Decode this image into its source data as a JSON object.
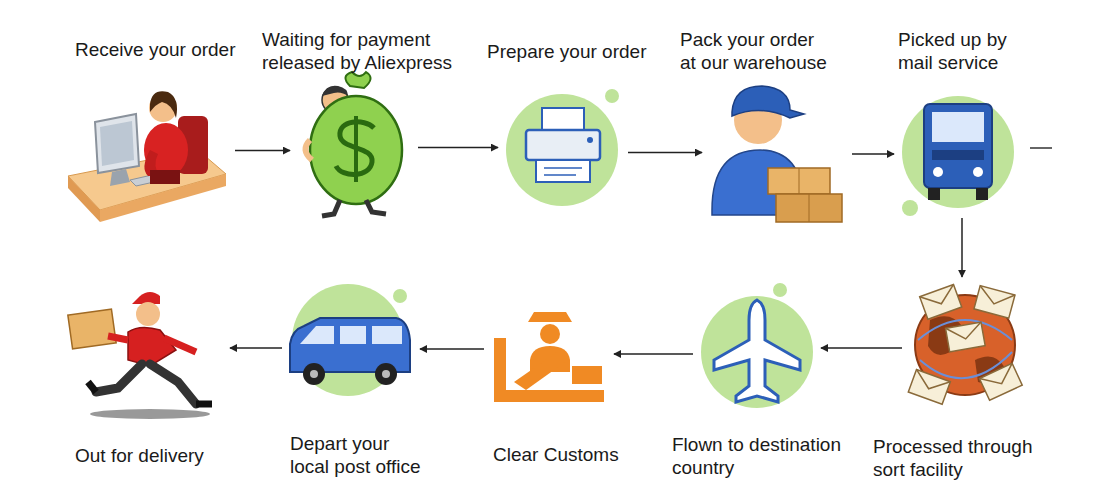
{
  "diagram": {
    "nodes": [
      {
        "text": [
          "Receive your order"
        ]
      },
      {
        "text": [
          "Waiting for payment released by Aliexpress"
        ]
      },
      {
        "text": [
          "Prepare your order"
        ]
      },
      {
        "text": [
          "Pack your order at our warehouse"
        ]
      },
      {
        "text": [
          "Picked up by mail service"
        ]
      },
      {
        "text": [
          "Processed through sort facility"
        ]
      },
      {
        "text": [
          "Flown to destination country"
        ]
      },
      {
        "text": [
          "Clear Customs"
        ]
      },
      {
        "text": [
          "Depart your local post office"
        ]
      },
      {
        "text": [
          "Out for delivery"
        ]
      }
    ],
    "edges": [
      {
        "from": 0,
        "to": 1,
        "arrow": "to"
      },
      {
        "from": 1,
        "to": 2,
        "arrow": "to"
      },
      {
        "from": 2,
        "to": 3,
        "arrow": "to"
      },
      {
        "from": 3,
        "to": 4,
        "arrow": "to"
      },
      {
        "from": 4,
        "to": 5,
        "arrow": "to"
      },
      {
        "from": 5,
        "to": 6,
        "arrow": "to"
      },
      {
        "from": 6,
        "to": 7,
        "arrow": "to"
      },
      {
        "from": 7,
        "to": 8,
        "arrow": "to"
      },
      {
        "from": 8,
        "to": 9,
        "arrow": "to"
      }
    ]
  }
}
